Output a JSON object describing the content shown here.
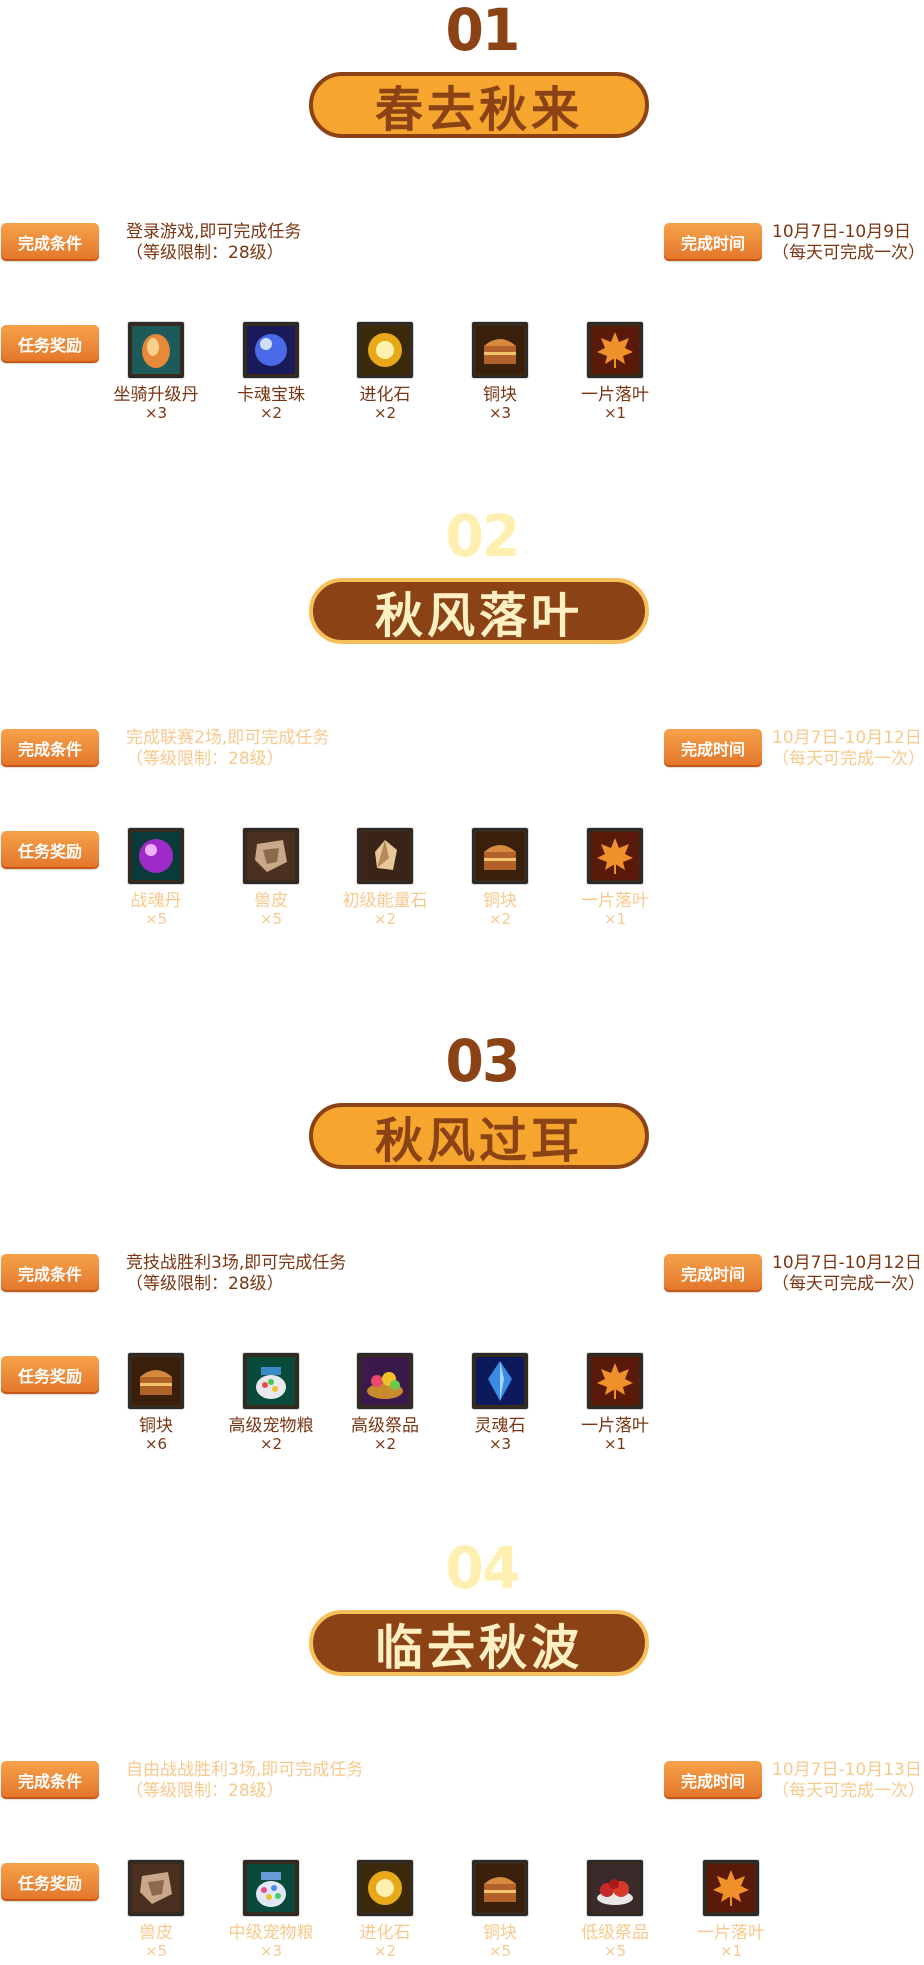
{
  "labels": {
    "condition": "完成条件",
    "time": "完成时间",
    "reward": "任务奖励"
  },
  "sections": [
    {
      "number": "01",
      "title": "春去秋来",
      "condition_line1": "登录游戏,即可完成任务",
      "condition_line2": "（等级限制：28级）",
      "time_line1": "10月7日-10月9日",
      "time_line2": "（每天可完成一次）",
      "rewards": [
        {
          "name": "坐骑升级丹",
          "qty": "×3",
          "icon": "mount-pill-icon"
        },
        {
          "name": "卡魂宝珠",
          "qty": "×2",
          "icon": "soul-orb-icon"
        },
        {
          "name": "进化石",
          "qty": "×2",
          "icon": "evolution-stone-icon"
        },
        {
          "name": "铜块",
          "qty": "×3",
          "icon": "copper-chest-icon"
        },
        {
          "name": "一片落叶",
          "qty": "×1",
          "icon": "maple-leaf-icon"
        }
      ]
    },
    {
      "number": "02",
      "title": "秋风落叶",
      "condition_line1": "完成联赛2场,即可完成任务",
      "condition_line2": "（等级限制：28级）",
      "time_line1": "10月7日-10月12日",
      "time_line2": "（每天可完成一次）",
      "rewards": [
        {
          "name": "战魂丹",
          "qty": "×5",
          "icon": "purple-orb-icon"
        },
        {
          "name": "兽皮",
          "qty": "×5",
          "icon": "beast-hide-icon"
        },
        {
          "name": "初级能量石",
          "qty": "×2",
          "icon": "energy-crystal-icon"
        },
        {
          "name": "铜块",
          "qty": "×2",
          "icon": "copper-chest-icon"
        },
        {
          "name": "一片落叶",
          "qty": "×1",
          "icon": "maple-leaf-icon"
        }
      ]
    },
    {
      "number": "03",
      "title": "秋风过耳",
      "condition_line1": "竞技战胜利3场,即可完成任务",
      "condition_line2": "（等级限制：28级）",
      "time_line1": "10月7日-10月12日",
      "time_line2": "（每天可完成一次）",
      "rewards": [
        {
          "name": "铜块",
          "qty": "×6",
          "icon": "copper-chest-icon"
        },
        {
          "name": "高级宠物粮",
          "qty": "×2",
          "icon": "pet-food-jar-icon"
        },
        {
          "name": "高级祭品",
          "qty": "×2",
          "icon": "offering-icon"
        },
        {
          "name": "灵魂石",
          "qty": "×3",
          "icon": "blue-crystal-icon"
        },
        {
          "name": "一片落叶",
          "qty": "×1",
          "icon": "maple-leaf-icon"
        }
      ]
    },
    {
      "number": "04",
      "title": "临去秋波",
      "condition_line1": "自由战战胜利3场,即可完成任务",
      "condition_line2": "（等级限制：28级）",
      "time_line1": "10月7日-10月13日",
      "time_line2": "（每天可完成一次）",
      "rewards": [
        {
          "name": "兽皮",
          "qty": "×5",
          "icon": "beast-hide-icon"
        },
        {
          "name": "中级宠物粮",
          "qty": "×3",
          "icon": "candy-jar-icon"
        },
        {
          "name": "进化石",
          "qty": "×2",
          "icon": "evolution-stone-icon"
        },
        {
          "name": "铜块",
          "qty": "×5",
          "icon": "copper-chest-icon"
        },
        {
          "name": "低级祭品",
          "qty": "×5",
          "icon": "fruit-bowl-icon"
        },
        {
          "name": "一片落叶",
          "qty": "×1",
          "icon": "maple-leaf-icon"
        }
      ]
    }
  ]
}
